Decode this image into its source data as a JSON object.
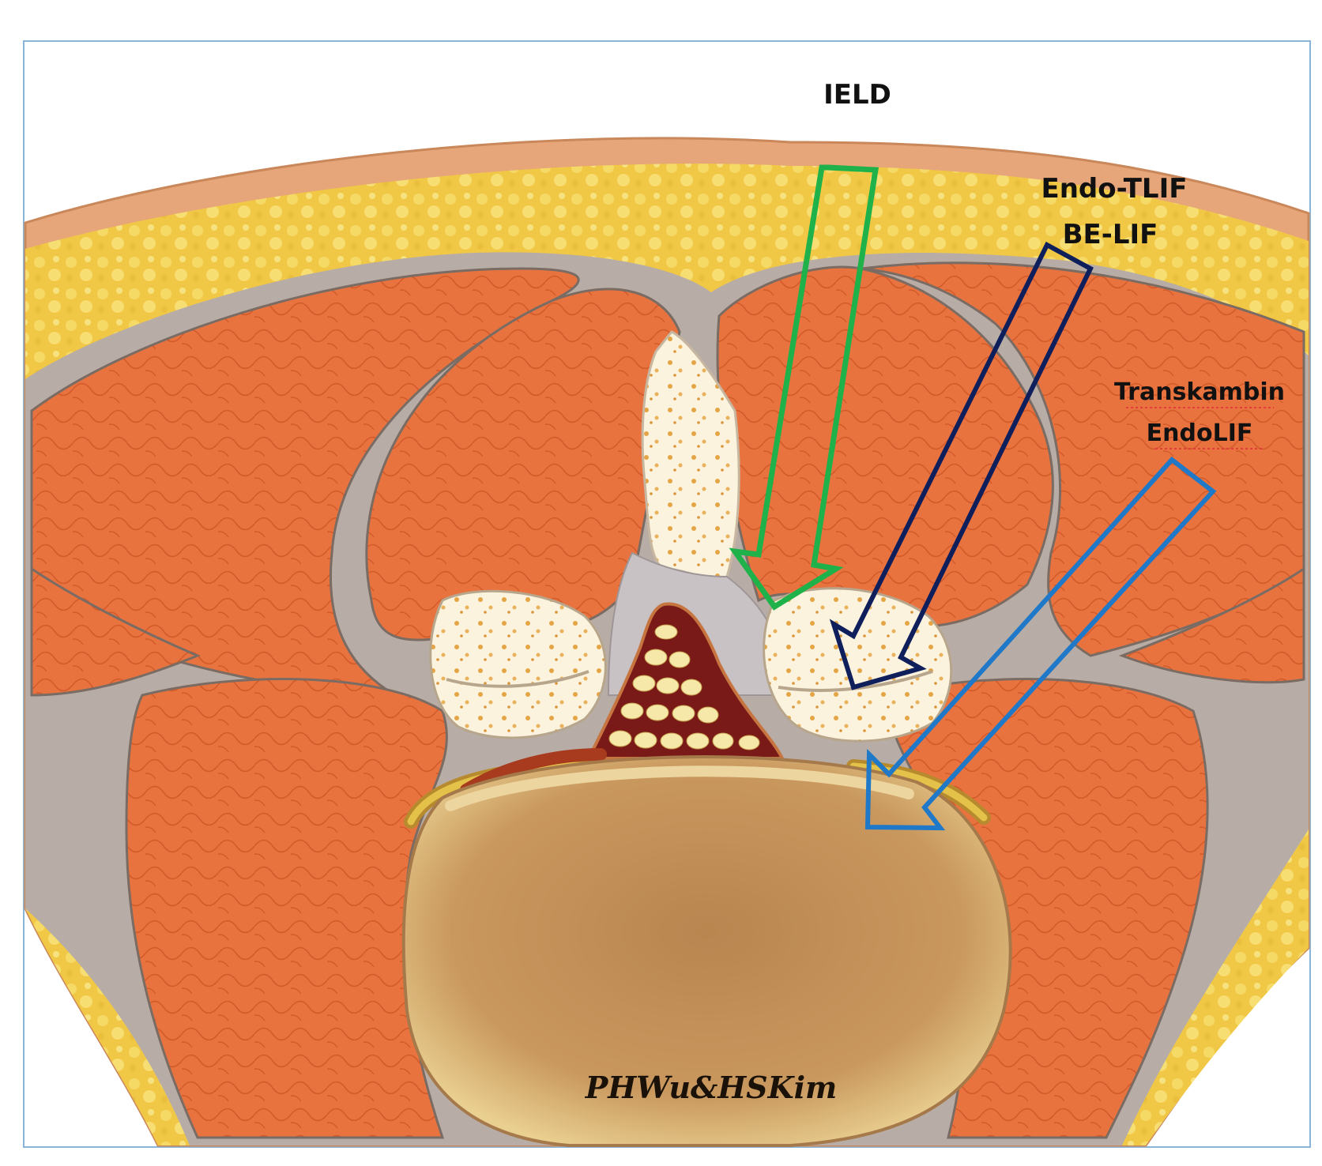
{
  "labels": {
    "ield": "IELD",
    "endo_tlif": "Endo-TLIF",
    "be_lif": "BE-LIF",
    "transkambin": "Transkambin",
    "endolif": "EndoLIF"
  },
  "signature": "PHWu&HSKim",
  "colors": {
    "ield_arrow": "#1fb24a",
    "endo_tlif_arrow": "#0f1f5c",
    "endolif_arrow": "#1f78c8",
    "muscle": "#e9713e",
    "fat": "#f3cf4e",
    "skin": "#e6a77a",
    "fascia": "#b9aea6",
    "bone": "#fbf3de",
    "vertebral_body": "#c8955a",
    "frame_border": "#8ab4d8"
  },
  "icons": {
    "ield_arrow": "arrow-outline-icon",
    "endo_tlif_arrow": "arrow-outline-icon",
    "endolif_arrow": "arrow-outline-icon"
  }
}
